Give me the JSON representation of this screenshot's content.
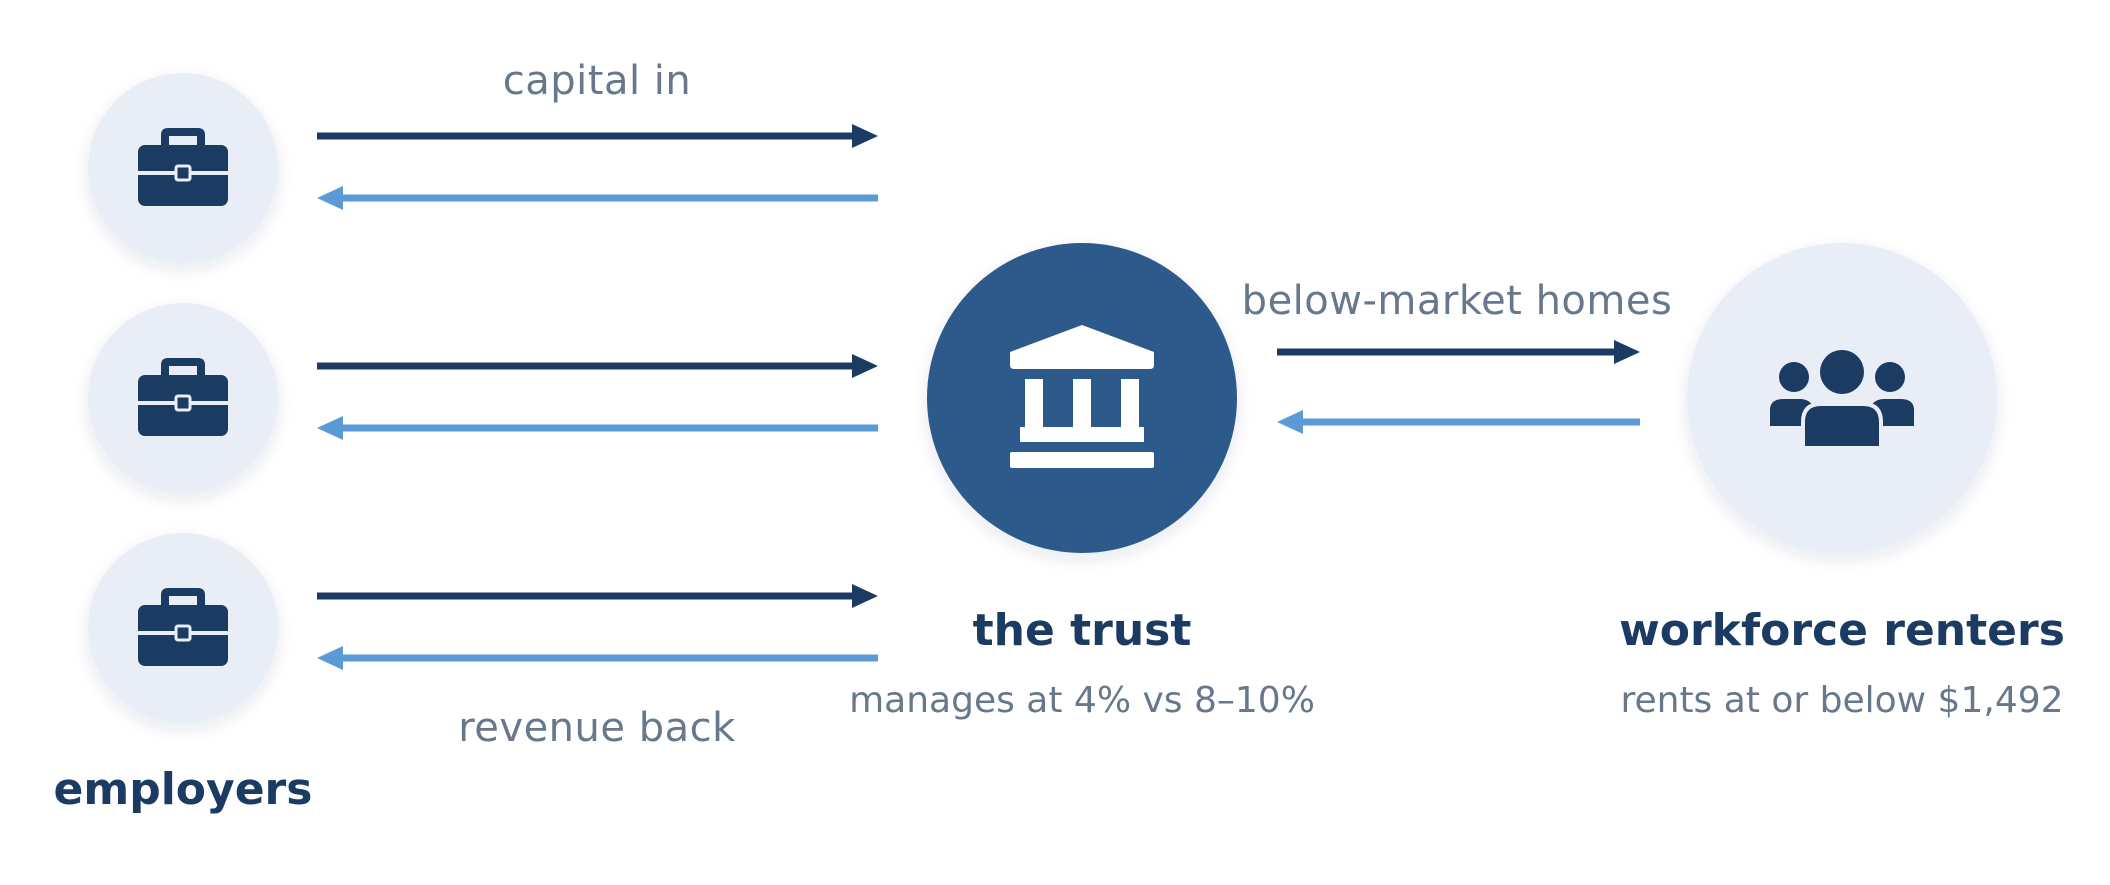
{
  "colors": {
    "dark_arrow": "#1c3b63",
    "light_arrow": "#5b9bd5",
    "node_light": "#e9eef6",
    "trust_fill": "#2e5a8b",
    "icon_dark": "#1c3b63",
    "icon_light": "#ffffff",
    "text_dark": "#1c3b63",
    "text_muted": "#67788d"
  },
  "employers": {
    "title": "employers",
    "count": 3,
    "icon": "briefcase-icon"
  },
  "trust": {
    "title": "the trust",
    "subtitle": "manages at 4% vs 8–10%",
    "icon": "bank-icon"
  },
  "renters": {
    "title": "workforce renters",
    "subtitle": "rents at or below $1,492",
    "icon": "users-icon"
  },
  "flows": {
    "capital_label": "capital in",
    "revenue_label": "revenue back",
    "homes_label": "below-market homes"
  }
}
